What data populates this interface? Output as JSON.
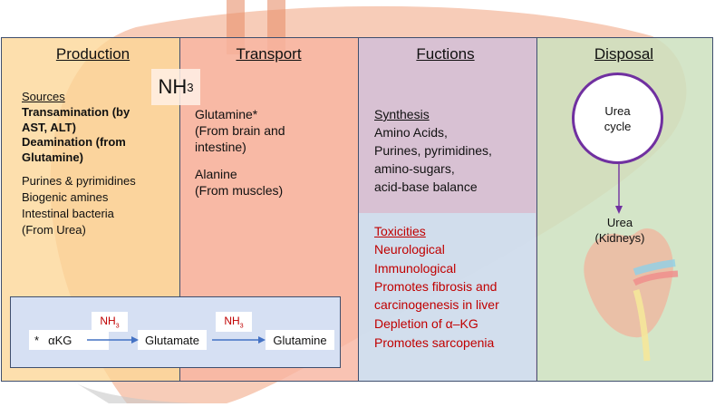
{
  "columns": {
    "production": {
      "title": "Production",
      "sources_heading": "Sources",
      "bold_items": [
        "Transamination (by\nAST, ALT)",
        "Deamination (from\nGlutamine)"
      ],
      "items": [
        "Purines & pyrimidines",
        "Biogenic amines",
        "Intestinal bacteria",
        "(From Urea)"
      ]
    },
    "transport": {
      "title": "Transport",
      "items": [
        "Glutamine*",
        "(From brain and\nintestine)",
        "Alanine",
        "(From muscles)"
      ]
    },
    "functions": {
      "title": "Fuctions",
      "synthesis_heading": "Synthesis",
      "synthesis_items": [
        "Amino Acids,",
        "Purines, pyrimidines,",
        "amino-sugars,",
        "acid-base balance"
      ],
      "toxicities_heading": "Toxicities",
      "toxicities_items": [
        "Neurological",
        "Immunological",
        "Promotes fibrosis and",
        "carcinogenesis in liver",
        "Depletion of α–KG",
        "Promotes sarcopenia"
      ]
    },
    "disposal": {
      "title": "Disposal",
      "circle_label": "Urea\ncycle",
      "kidney_label": "Urea\n(Kidneys)"
    }
  },
  "center_label": {
    "main": "NH",
    "sub": "3"
  },
  "reaction": {
    "asterisk": "*",
    "substrate": "αKG",
    "reagent_main": "NH",
    "reagent_sub": "3",
    "intermediate": "Glutamate",
    "product": "Glutamine"
  },
  "colors": {
    "production_bg": "#fcd696",
    "transport_bg": "#f8b4a0",
    "functions_bg": "#d2bed7",
    "disposal_bg": "#cde1be",
    "toxicity_text": "#c00000",
    "circle_border": "#7030a0",
    "arrow": "#4472c4"
  }
}
